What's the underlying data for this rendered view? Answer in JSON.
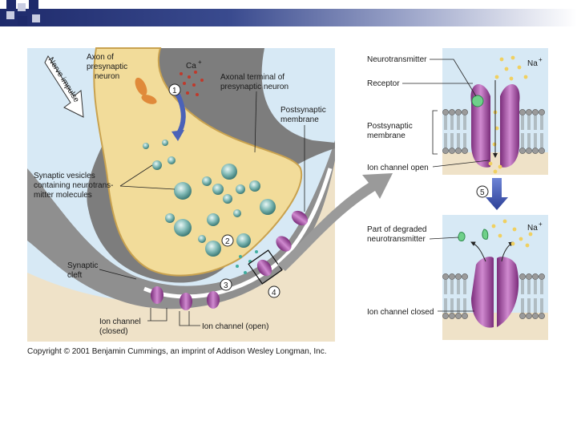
{
  "labels": {
    "axon_line1": "Axon of",
    "axon_line2": "presynaptic",
    "axon_line3": "neuron",
    "nerve_impulse": "Nerve impulse",
    "ca_ion": "Ca",
    "plus": "+",
    "step1": "1",
    "step2": "2",
    "step3": "3",
    "step4": "4",
    "step5": "5",
    "terminal_line1": "Axonal terminal of",
    "terminal_line2": "presynaptic neuron",
    "postsyn_line1": "Postsynaptic",
    "postsyn_line2": "membrane",
    "vesicles_line1": "Synaptic vesicles",
    "vesicles_line2": "containing neurotrans-",
    "vesicles_line3": "mitter molecules",
    "cleft_line1": "Synaptic",
    "cleft_line2": "cleft",
    "channel_closed_line1": "Ion channel",
    "channel_closed_line2": "(closed)",
    "channel_open": "Ion channel (open)",
    "neurotransmitter": "Neurotransmitter",
    "na_ion": "Na",
    "receptor": "Receptor",
    "inset_postsyn_line1": "Postsynaptic",
    "inset_postsyn_line2": "membrane",
    "inset_channel_open": "Ion channel open",
    "degraded_line1": "Part of degraded",
    "degraded_line2": "neurotransmitter",
    "inset_channel_closed": "Ion channel closed"
  },
  "copyright": "Copyright © 2001 Benjamin Cummings, an imprint of Addison Wesley Longman, Inc.",
  "colors": {
    "title_bar_dark": "#1e2a6b",
    "background_blue": "#d7e9f5",
    "neuron_fill": "#f2dc9a",
    "cleft_gray": "#8f8f8f",
    "postsynaptic_tan": "#efe2c8",
    "channel_magenta": "#a04a9a",
    "vesicle_teal": "#5f9f9c",
    "neurotransmitter_yellow": "#f0d060",
    "arrow_blue": "#4b62b8"
  }
}
